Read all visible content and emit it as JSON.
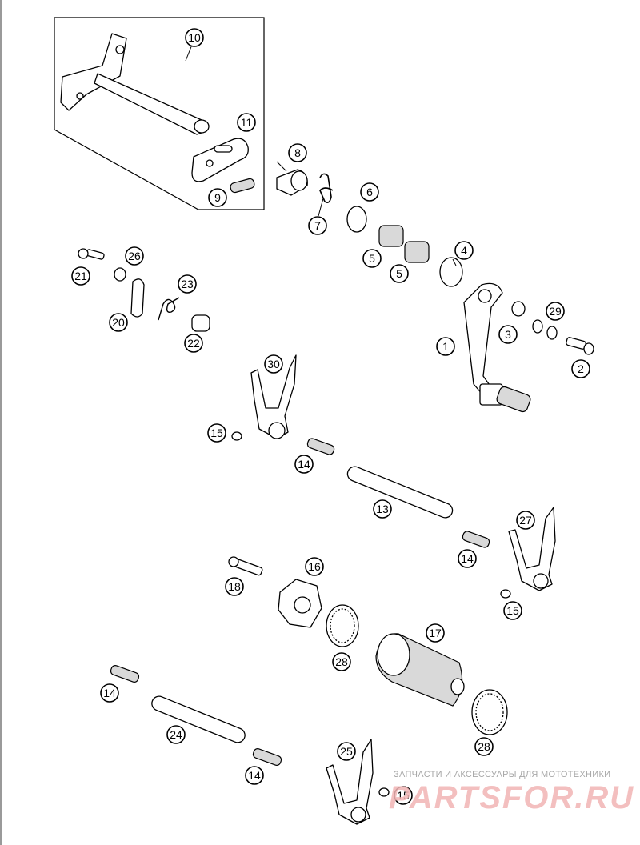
{
  "diagram": {
    "type": "exploded-parts-diagram",
    "callouts": [
      {
        "id": "c10",
        "label": "10"
      },
      {
        "id": "c11",
        "label": "11"
      },
      {
        "id": "c9",
        "label": "9"
      },
      {
        "id": "c8",
        "label": "8"
      },
      {
        "id": "c7",
        "label": "7"
      },
      {
        "id": "c6",
        "label": "6"
      },
      {
        "id": "c5a",
        "label": "5"
      },
      {
        "id": "c5b",
        "label": "5"
      },
      {
        "id": "c4",
        "label": "4"
      },
      {
        "id": "c26",
        "label": "26"
      },
      {
        "id": "c21",
        "label": "21"
      },
      {
        "id": "c23",
        "label": "23"
      },
      {
        "id": "c20",
        "label": "20"
      },
      {
        "id": "c22",
        "label": "22"
      },
      {
        "id": "c29",
        "label": "29"
      },
      {
        "id": "c3",
        "label": "3"
      },
      {
        "id": "c1",
        "label": "1"
      },
      {
        "id": "c2",
        "label": "2"
      },
      {
        "id": "c30",
        "label": "30"
      },
      {
        "id": "c15a",
        "label": "15"
      },
      {
        "id": "c14a",
        "label": "14"
      },
      {
        "id": "c13",
        "label": "13"
      },
      {
        "id": "c27",
        "label": "27"
      },
      {
        "id": "c14b",
        "label": "14"
      },
      {
        "id": "c15b",
        "label": "15"
      },
      {
        "id": "c16",
        "label": "16"
      },
      {
        "id": "c18",
        "label": "18"
      },
      {
        "id": "c17",
        "label": "17"
      },
      {
        "id": "c28a",
        "label": "28"
      },
      {
        "id": "c14c",
        "label": "14"
      },
      {
        "id": "c24",
        "label": "24"
      },
      {
        "id": "c28b",
        "label": "28"
      },
      {
        "id": "c25",
        "label": "25"
      },
      {
        "id": "c14d",
        "label": "14"
      },
      {
        "id": "c15c",
        "label": "15"
      }
    ]
  },
  "watermark": {
    "caption": "ЗАПЧАСТИ И АКСЕССУАРЫ ДЛЯ МОТОТЕХНИКИ",
    "logo": "PARTSFOR.RU"
  }
}
